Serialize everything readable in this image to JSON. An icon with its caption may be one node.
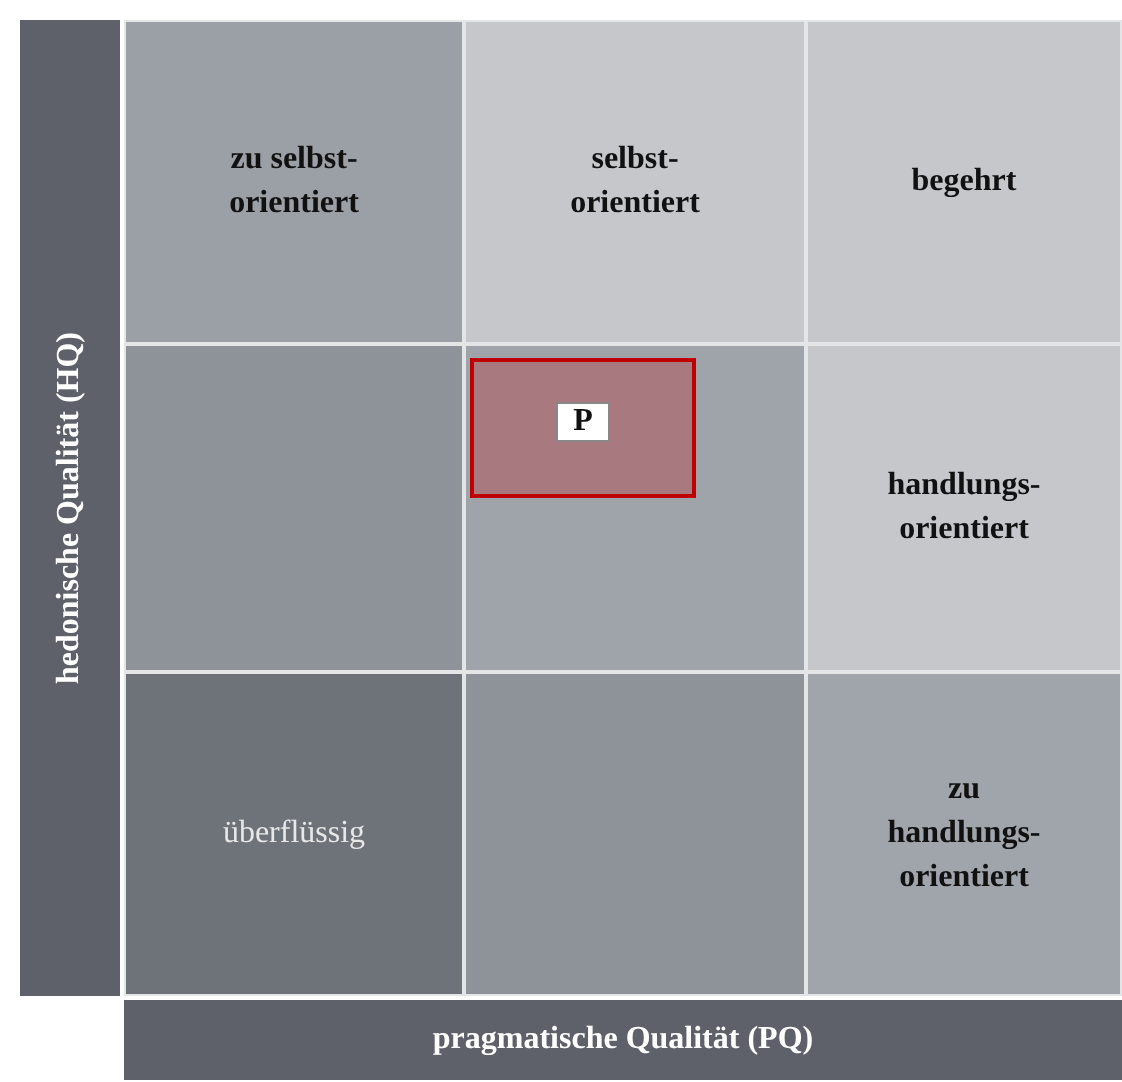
{
  "diagram": {
    "nodes": [
      {
        "text": [
          "zu selbst- orientiert"
        ]
      },
      {
        "text": [
          "selbst- orientiert"
        ]
      },
      {
        "text": [
          "begehrt"
        ]
      },
      {
        "text": [],
        "shape": "box"
      },
      {
        "text": [],
        "shape": "box"
      },
      {
        "text": [
          "P"
        ],
        "in": 4
      },
      {
        "text": [
          "handlungs- orientiert"
        ]
      },
      {
        "text": [
          "überflüssig"
        ]
      },
      {
        "text": [],
        "shape": "box"
      },
      {
        "text": [
          "zu handlungs- orientiert"
        ]
      }
    ],
    "edges": [],
    "labels": [
      "hedonische Qualität (HQ)",
      "pragmatische Qualität (PQ)"
    ]
  }
}
